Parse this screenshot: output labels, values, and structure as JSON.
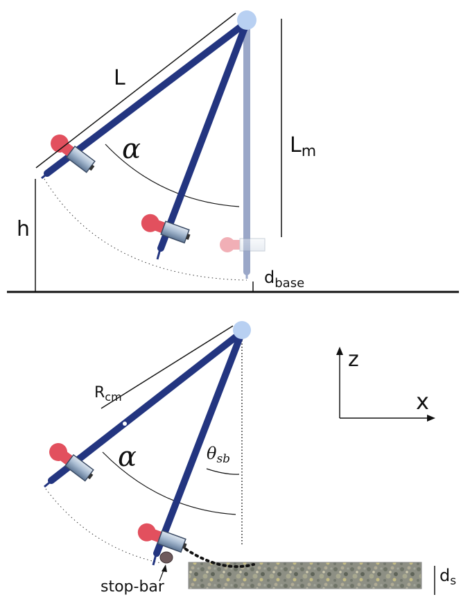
{
  "top_panel": {
    "length_label": "L",
    "angle_label": "α",
    "mount_length_label": "L",
    "mount_length_sub": "m",
    "height_label": "h",
    "base_gap_label": "d",
    "base_gap_sub": "base"
  },
  "bottom_panel": {
    "com_radius_label": "R",
    "com_radius_sub": "cm",
    "angle_label": "α",
    "stop_angle_label": "θ",
    "stop_angle_sub": "sb",
    "axis_z_label": "z",
    "axis_x_label": "x",
    "stop_bar_label": "stop-bar",
    "sample_gap_label": "d",
    "sample_gap_sub": "s"
  },
  "colors": {
    "arm": "#233580",
    "arm_ghost": "#9aa7c8",
    "pivot": "#b8d0f2",
    "bulb": "#e2505e",
    "bulb_ghost": "#f2b8be",
    "lamp_body": "#8aa2be",
    "stop_bar": "#6e5a5c",
    "ground": "#111111"
  },
  "icons": {
    "lamp": "bulb-lamp-icon",
    "pivot": "pivot-circle",
    "stop_bar": "stop-bar-cylinder"
  }
}
